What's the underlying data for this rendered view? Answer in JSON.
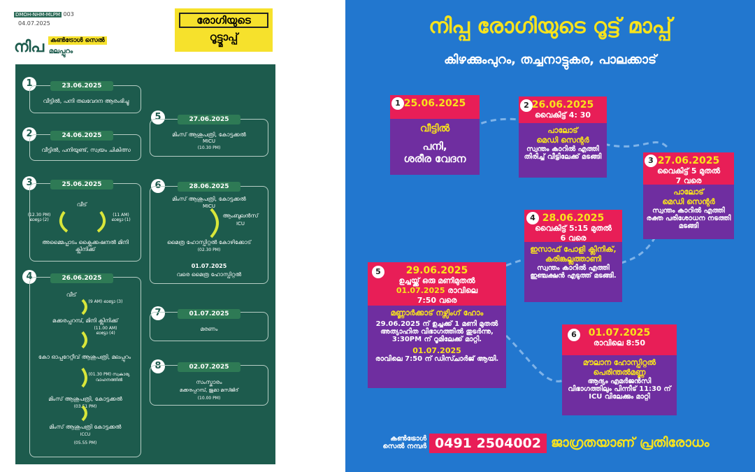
{
  "left_poster": {
    "doc_id": "DMOH-NHM-MLPM",
    "doc_no": "003",
    "doc_date": "04.07.2025",
    "brand_word": "നിപ",
    "control_cell": "കൺട്രോൾ സെൽ",
    "district": "മലപ്പുറം",
    "title_line1": "രോഗിയുടെ",
    "title_line2": "റൂട്ട്മാപ്പ്",
    "entries": [
      {
        "num": "1",
        "date": "23.06.2025",
        "text": "വീട്ടിൽ, പനി തലവേദന ആരംഭിച്ചു"
      },
      {
        "num": "2",
        "date": "24.06.2025",
        "text": "വീട്ടിൽ, പനിയുണ്ട്, സ്വയം ചികിത്സ"
      },
      {
        "num": "3",
        "date": "25.06.2025",
        "start": "വീട്",
        "left_note": "(12.30 PM) ഓട്ടോ (2)",
        "right_note": "(11 AM) ഓട്ടോ (1)",
        "end": "അമ്മൈപ്പാടം ക്ലൈക്കഷനൽ മിനി ക്ലിനിക്ക്"
      },
      {
        "num": "4",
        "date": "26.06.2025",
        "s1": "വീട്",
        "t1": "(9 AM) ഓട്ടോ (3)",
        "s2": "മക്കരപ്പറമ്പ്, മിനി ക്ലിനിക്ക്",
        "t2": "(11.00 AM) ഓട്ടോ (4)",
        "s3": "കോ ഓപ്പറേറ്റീവ് ആശുപത്രി, മലപ്പുറം",
        "t3": "(01.30 PM) സ്വകാര്യ വാഹനത്തിൽ",
        "s4": "മിംസ് ആശുപത്രി, കോട്ടക്കൽ",
        "t4": "(03.51 PM)",
        "s5": "മിംസ് ആശുപത്രി കോട്ടക്കൽ",
        "t5": "ICCU",
        "t6": "(05.55 PM)"
      },
      {
        "num": "5",
        "date": "27.06.2025",
        "text": "മിംസ് ആശുപത്രി, കോട്ടക്കൽ",
        "sub": "MICU",
        "time": "(10.30 PM)"
      },
      {
        "num": "6",
        "date": "28.06.2025",
        "text": "മിംസ് ആശുപത്രി, കോട്ടക്കൽ",
        "sub": "MICU",
        "via": "ആംബുലൻസ്",
        "via_sub": "ICU",
        "dest": "മൈത്ര ഹോസ്പിറ്റൽ കോഴിക്കോട്",
        "dest_time": "(02.30 PM)",
        "until_date": "01.07.2025",
        "until_text": "വരെ മൈത്ര ഹോസ്പിറ്റൽ"
      },
      {
        "num": "7",
        "date": "01.07.2025",
        "text": "മരണം"
      },
      {
        "num": "8",
        "date": "02.07.2025",
        "text": "സംസ്കാരം",
        "sub": "മക്കരപ്പറമ്പ്, ജുമാ മസ്ജിദ്",
        "time": "(10.00 PM)"
      }
    ]
  },
  "right_poster": {
    "title": "നിപ്പ രോഗിയുടെ റൂട്ട് മാപ്പ്",
    "subtitle": "കിഴക്കുംപുറം, തച്ചനാട്ടുകര, പാലക്കാട്",
    "cards": [
      {
        "num": "1",
        "date": "25.06.2025",
        "place": "വീട്ടിൽ",
        "desc1": "പനി,",
        "desc2": "ശരീര വേദന"
      },
      {
        "num": "2",
        "date": "26.06.2025",
        "time": "വൈകിട്ട് 4: 30",
        "place": "പാലോട്",
        "place2": "മെഡി സെന്റർ",
        "desc": "സ്വന്തം കാറിൽ എത്തി തിരിച്ച് വീട്ടിലേക്ക് മടങ്ങി"
      },
      {
        "num": "3",
        "date": "27.06.2025",
        "time": "വൈകിട്ട് 5 മുതൽ",
        "time2": "7 വരെ",
        "place": "പാലോട്",
        "place2": "മെഡി സെന്റർ",
        "desc": "സ്വന്തം കാറിൽ എത്തി രക്ത പരിശോധന നടത്തി മടങ്ങി"
      },
      {
        "num": "4",
        "date": "28.06.2025",
        "time": "വൈകിട്ട് 5:15 മുതൽ",
        "time2": "6 വരെ",
        "place": "ഇസാഫ് പോളി ക്ലിനിക്,",
        "place2": "കരിങ്കല്ലത്താണി",
        "desc": "സ്വന്തം കാറിൽ എത്തി ഇഞ്ചക്ഷൻ എടുത്ത് മടങ്ങി."
      },
      {
        "num": "5",
        "date": "29.06.2025",
        "time": "ഉച്ചയ്ക്ക് ഒരു മണിമുതൽ",
        "date2": "01.07.2025",
        "time2": "രാവിലെ",
        "time3": "7:50 വരെ",
        "place": "മണ്ണാർക്കാട് നഴ്സിംഗ് ഹോം",
        "desc": "29.06.2025 ന് ഉച്ചക്ക് 1 മണി മുതൽ അത്യാഹിത വിഭാഗത്തിൽ തുടർന്നു, 3:30PM ന് റൂമിലേക്ക് മാറ്റി.",
        "date3": "01.07.2025",
        "desc2": "രാവിലെ 7:50 ന് ഡിസ്ചാർജ് ആയി."
      },
      {
        "num": "6",
        "date": "01.07.2025",
        "time": "രാവിലെ 8:50",
        "place": "മൗലാന ഹോസ്പിറ്റൽ",
        "place2": "പെരിന്തൽമണ്ണ",
        "desc": "ആദ്യം എമർജൻസി വിഭാഗത്തിലും പിന്നീട് 11:30 ന് ICU വിലേക്കും മാറ്റി"
      }
    ],
    "control_label1": "കൺട്രോൾ",
    "control_label2": "സെൽ നമ്പർ",
    "control_number": "0491 2504002",
    "slogan": "ജാഗ്രതയാണ് പ്രതിരോധം"
  },
  "colors": {
    "left_bg": "#1d5b4d",
    "right_bg": "#2277cf",
    "card_red": "#e81e57",
    "card_purple": "#6f2ea0",
    "yellow": "#f8e31c"
  }
}
